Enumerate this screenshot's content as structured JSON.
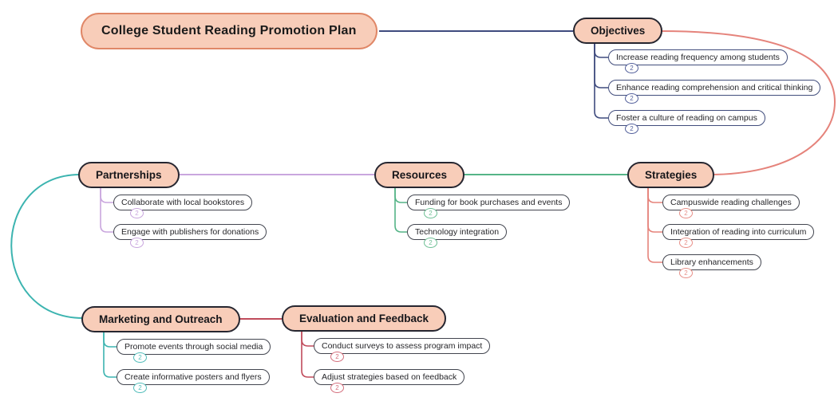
{
  "title": "College Student Reading Promotion Plan",
  "palette": {
    "topic_fill": "#f8cdb9",
    "title_border": "#e08767",
    "topic_border": "#262630",
    "objectives_color": "#3f4b7e",
    "partnerships_color": "#c9a6de",
    "resources_color": "#55b487",
    "strategies_color": "#e5837b",
    "marketing_color": "#3cb4b0",
    "evaluation_color": "#c04b5b"
  },
  "branches": [
    {
      "label": "Objectives",
      "color": "#3f4b7e",
      "children": [
        {
          "label": "Increase reading frequency among students",
          "badge": "2"
        },
        {
          "label": "Enhance reading comprehension and critical thinking",
          "badge": "2"
        },
        {
          "label": "Foster a culture of reading on campus",
          "badge": "2"
        }
      ]
    },
    {
      "label": "Partnerships",
      "color": "#c9a6de",
      "children": [
        {
          "label": "Collaborate with local bookstores",
          "badge": "2"
        },
        {
          "label": "Engage with publishers for donations",
          "badge": "2"
        }
      ]
    },
    {
      "label": "Resources",
      "color": "#55b487",
      "children": [
        {
          "label": "Funding for book purchases and events",
          "badge": "2"
        },
        {
          "label": "Technology integration",
          "badge": "2"
        }
      ]
    },
    {
      "label": "Strategies",
      "color": "#e5837b",
      "children": [
        {
          "label": "Campuswide reading challenges",
          "badge": "2"
        },
        {
          "label": "Integration of reading into curriculum",
          "badge": "2"
        },
        {
          "label": "Library enhancements",
          "badge": "2"
        }
      ]
    },
    {
      "label": "Marketing and Outreach",
      "color": "#3cb4b0",
      "children": [
        {
          "label": "Promote events through social media",
          "badge": "2"
        },
        {
          "label": "Create informative posters and flyers",
          "badge": "2"
        }
      ]
    },
    {
      "label": "Evaluation and Feedback",
      "color": "#c04b5b",
      "children": [
        {
          "label": "Conduct surveys to assess program impact",
          "badge": "2"
        },
        {
          "label": "Adjust strategies based on feedback",
          "badge": "2"
        }
      ]
    }
  ]
}
